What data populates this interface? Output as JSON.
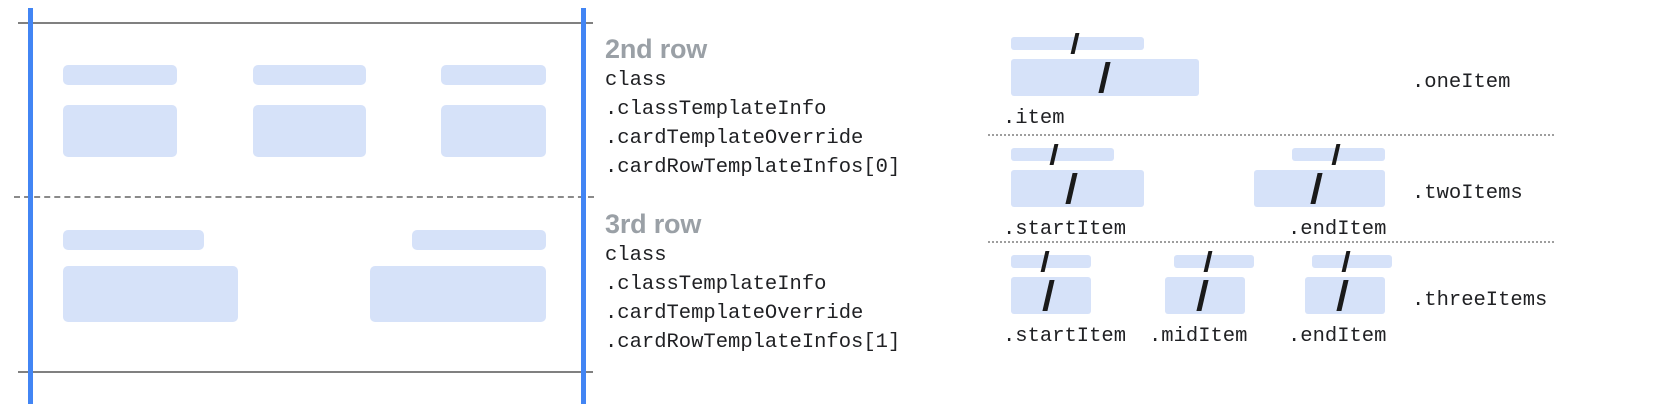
{
  "colors": {
    "placeholder_blue": "#d6e2f9",
    "accent_blue_line": "#4285f4",
    "rule_gray": "#808080",
    "dashed_gray": "#8a8a8a",
    "heading_gray": "#9aa0a6",
    "code_text": "#202124",
    "slash_black": "#1a1a1a",
    "background": "#ffffff"
  },
  "left_panel": {
    "name": "card-preview",
    "rows": [
      {
        "id": "row-2",
        "cells": [
          {
            "label_bar": true,
            "body_bar": true
          },
          {
            "label_bar": true,
            "body_bar": true
          },
          {
            "label_bar": true,
            "body_bar": true
          }
        ]
      },
      {
        "id": "row-3",
        "cells": [
          {
            "label_bar": true,
            "body_bar": true
          },
          {
            "label_bar": true,
            "body_bar": true
          }
        ]
      }
    ]
  },
  "text_blocks": [
    {
      "title": "2nd row",
      "lines": [
        "class",
        ".classTemplateInfo",
        ".cardTemplateOverride",
        ".cardRowTemplateInfos[0]"
      ]
    },
    {
      "title": "3rd row",
      "lines": [
        "class",
        ".classTemplateInfo",
        ".cardTemplateOverride",
        ".cardRowTemplateInfos[1]"
      ]
    }
  ],
  "item_groups": [
    {
      "group_label": ".oneItem",
      "items": [
        {
          "label": ".item"
        }
      ]
    },
    {
      "group_label": ".twoItems",
      "items": [
        {
          "label": ".startItem"
        },
        {
          "label": ".endItem"
        }
      ]
    },
    {
      "group_label": ".threeItems",
      "items": [
        {
          "label": ".startItem"
        },
        {
          "label": ".midItem"
        },
        {
          "label": ".endItem"
        }
      ]
    }
  ]
}
